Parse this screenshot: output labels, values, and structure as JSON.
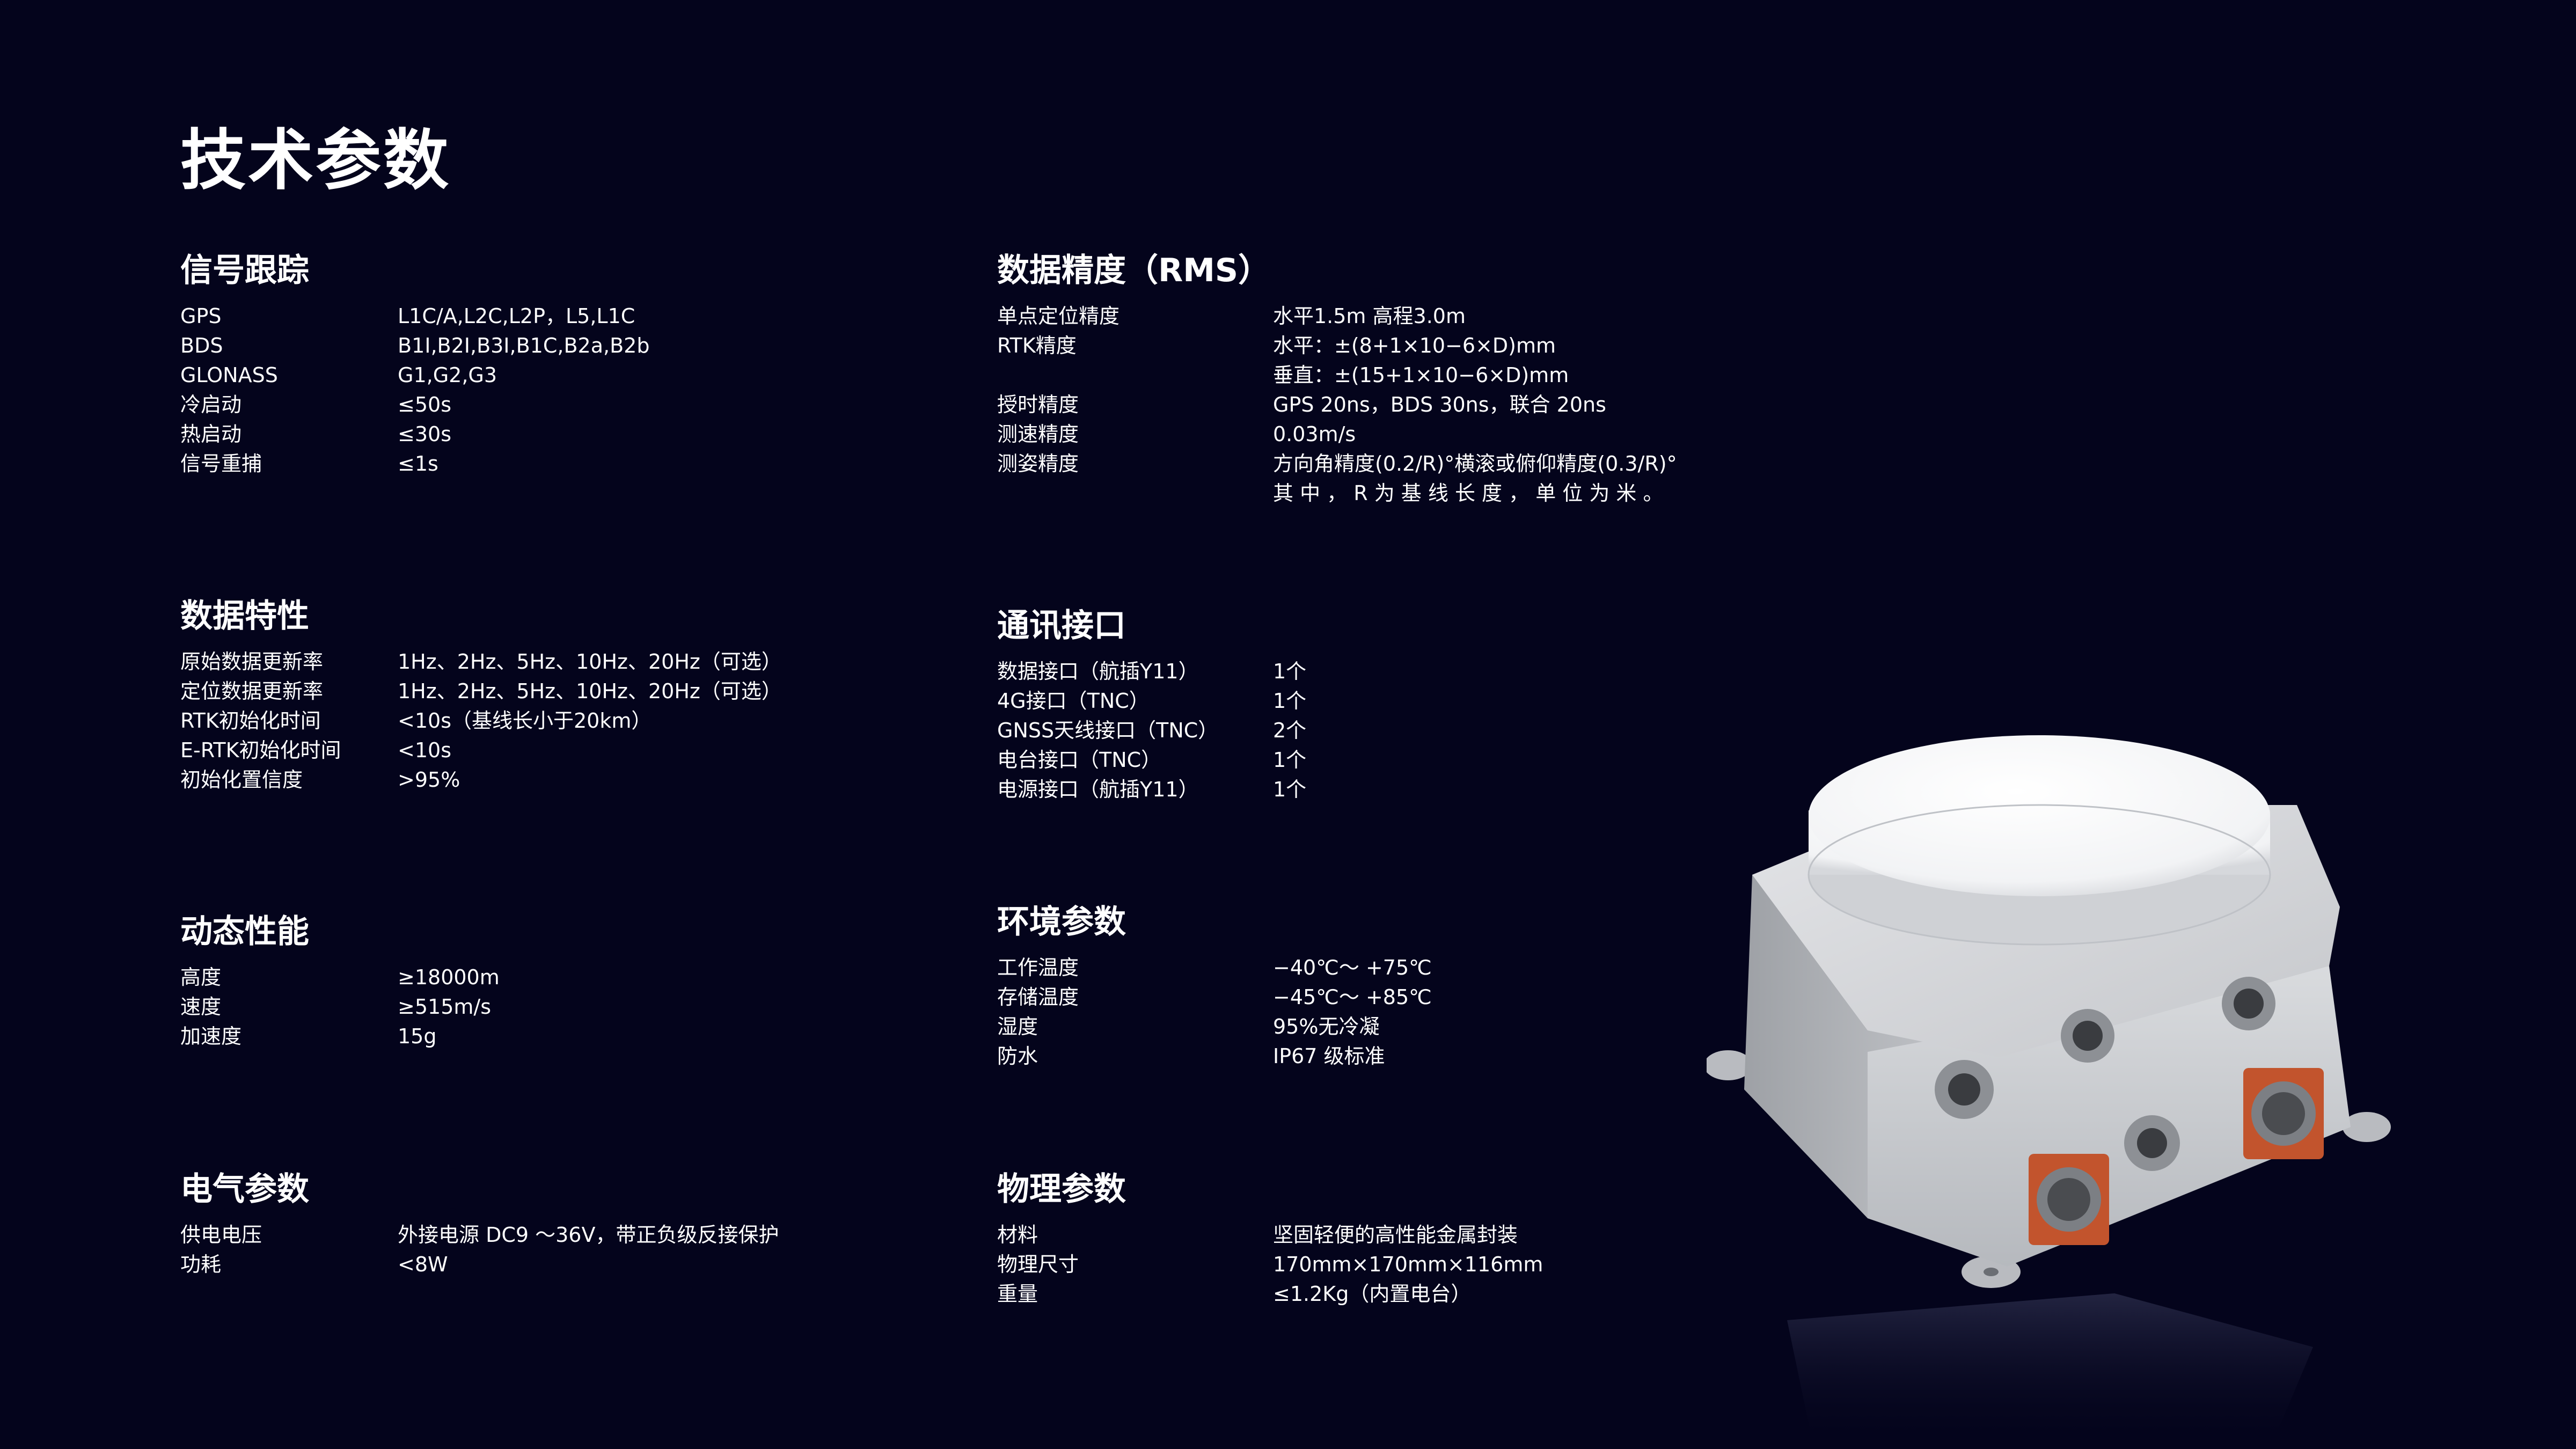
{
  "page": {
    "title": "技术参数"
  },
  "sections": {
    "signal": {
      "title": "信号跟踪",
      "rows": [
        {
          "label": "GPS",
          "value": "L1C/A,L2C,L2P，L5,L1C"
        },
        {
          "label": "BDS",
          "value": "B1I,B2I,B3I,B1C,B2a,B2b"
        },
        {
          "label": "GLONASS",
          "value": "G1,G2,G3"
        },
        {
          "label": "冷启动",
          "value": "≤50s"
        },
        {
          "label": "热启动",
          "value": "≤30s"
        },
        {
          "label": "信号重捕",
          "value": "≤1s"
        }
      ]
    },
    "data_feature": {
      "title": "数据特性",
      "rows": [
        {
          "label": "原始数据更新率",
          "value": "1Hz、2Hz、5Hz、10Hz、20Hz（可选）"
        },
        {
          "label": "定位数据更新率",
          "value": "1Hz、2Hz、5Hz、10Hz、20Hz（可选）"
        },
        {
          "label": "RTK初始化时间",
          "value": "<10s（基线长小于20km）"
        },
        {
          "label": "E-RTK初始化时间",
          "value": "<10s"
        },
        {
          "label": "初始化置信度",
          "value": ">95%"
        }
      ]
    },
    "dynamic": {
      "title": "动态性能",
      "rows": [
        {
          "label": "高度",
          "value": "≥18000m"
        },
        {
          "label": "速度",
          "value": "≥515m/s"
        },
        {
          "label": "加速度",
          "value": "15g"
        }
      ]
    },
    "electrical": {
      "title": "电气参数",
      "rows": [
        {
          "label": "供电电压",
          "value": "外接电源  DC9 ～36V，带正负级反接保护"
        },
        {
          "label": "功耗",
          "value": "<8W"
        }
      ]
    },
    "accuracy": {
      "title": "数据精度（RMS）",
      "rows": [
        {
          "label": "单点定位精度",
          "value": "水平1.5m  高程3.0m"
        },
        {
          "label": "RTK精度",
          "value": "水平：±(8+1×10−6×D)mm",
          "value2": "垂直：±(15+1×10−6×D)mm"
        },
        {
          "label": "授时精度",
          "value": "GPS 20ns，BDS 30ns，联合 20ns"
        },
        {
          "label": "测速精度",
          "value": "0.03m/s"
        },
        {
          "label": "测姿精度",
          "value": "方向角精度(0.2/R)°横滚或俯仰精度(0.3/R)°",
          "value2": "其 中 ， R 为 基 线 长 度 ， 单 位 为 米 。"
        }
      ]
    },
    "comm": {
      "title": "通讯接口",
      "rows": [
        {
          "label": "数据接口（航插Y11）",
          "value": "1个"
        },
        {
          "label": "4G接口（TNC）",
          "value": "1个"
        },
        {
          "label": "GNSS天线接口（TNC）",
          "value": "2个"
        },
        {
          "label": "电台接口（TNC）",
          "value": "1个"
        },
        {
          "label": "电源接口（航插Y11）",
          "value": "1个"
        }
      ]
    },
    "environment": {
      "title": "环境参数",
      "rows": [
        {
          "label": "工作温度",
          "value": "−40℃～ +75℃"
        },
        {
          "label": "存储温度",
          "value": "−45℃～ +85℃"
        },
        {
          "label": "湿度",
          "value": "95%无冷凝"
        },
        {
          "label": "防水",
          "value": "IP67 级标准"
        }
      ]
    },
    "physical": {
      "title": "物理参数",
      "rows": [
        {
          "label": "材料",
          "value": "坚固轻便的高性能金属封装"
        },
        {
          "label": "物理尺寸",
          "value": "170mm×170mm×116mm"
        },
        {
          "label": "重量",
          "value": "≤1.2Kg（内置电台）"
        }
      ]
    }
  },
  "device": {
    "icon": "gnss-receiver-device-image"
  },
  "colors": {
    "background": "#04041c",
    "text": "#ffffff"
  }
}
